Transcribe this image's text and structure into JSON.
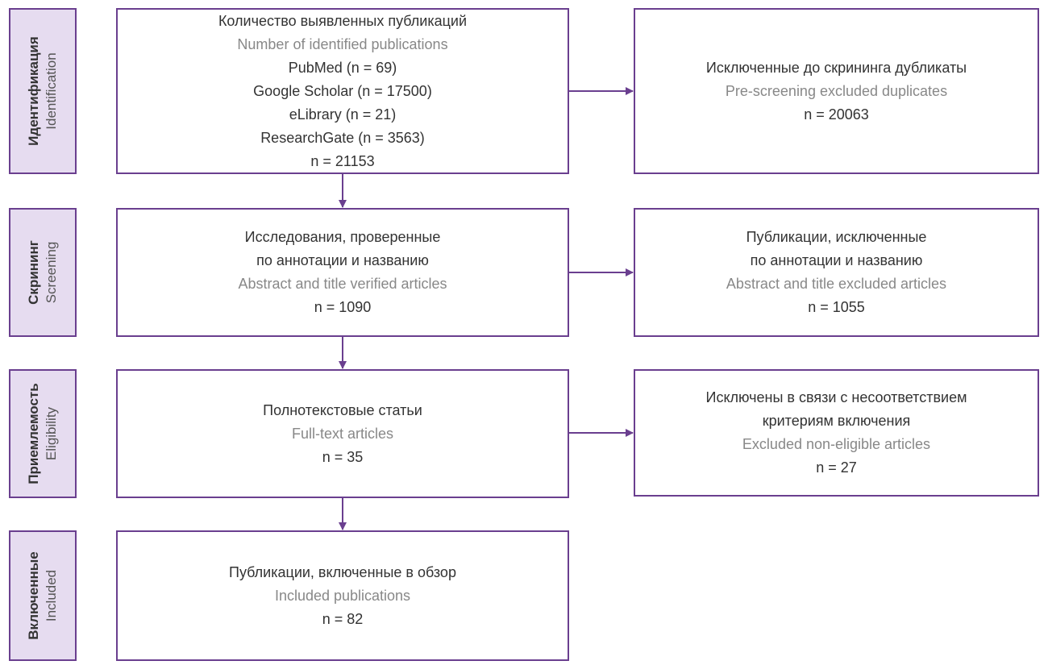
{
  "stages": {
    "identification": {
      "ru": "Идентификация",
      "en": "Identification"
    },
    "screening": {
      "ru": "Скрининг",
      "en": "Screening"
    },
    "eligibility": {
      "ru": "Приемлемость",
      "en": "Eligibility"
    },
    "included": {
      "ru": "Включенные",
      "en": "Included"
    }
  },
  "identified": {
    "title_ru": "Количество выявленных публикаций",
    "title_en": "Number of identified publications",
    "sources": [
      "PubMed (n = 69)",
      "Google Scholar (n = 17500)",
      "eLibrary (n = 21)",
      "ResearchGate (n = 3563)"
    ],
    "n": "n = 21153"
  },
  "duplicates": {
    "title_ru": "Исключенные до скрининга дубликаты",
    "title_en": "Pre-screening excluded duplicates",
    "n": "n = 20063"
  },
  "screened": {
    "title_ru_1": "Исследования, проверенные",
    "title_ru_2": "по аннотации и названию",
    "title_en": "Abstract and title verified articles",
    "n": "n = 1090"
  },
  "screen_excluded": {
    "title_ru_1": "Публикации, исключенные",
    "title_ru_2": "по аннотации и названию",
    "title_en": "Abstract and title excluded articles",
    "n": "n = 1055"
  },
  "fulltext": {
    "title_ru": "Полнотекстовые статьи",
    "title_en": "Full-text articles",
    "n": "n = 35"
  },
  "noneligible": {
    "title_ru_1": "Исключены в связи с несоответствием",
    "title_ru_2": "критериям включения",
    "title_en": "Excluded non-eligible articles",
    "n": "n = 27"
  },
  "included_box": {
    "title_ru": "Публикации, включенные в обзор",
    "title_en": "Included publications",
    "n": "n = 82"
  },
  "colors": {
    "accent": "#6a3f8f",
    "label_fill": "#e6dcf0",
    "gray_text": "#888888"
  }
}
